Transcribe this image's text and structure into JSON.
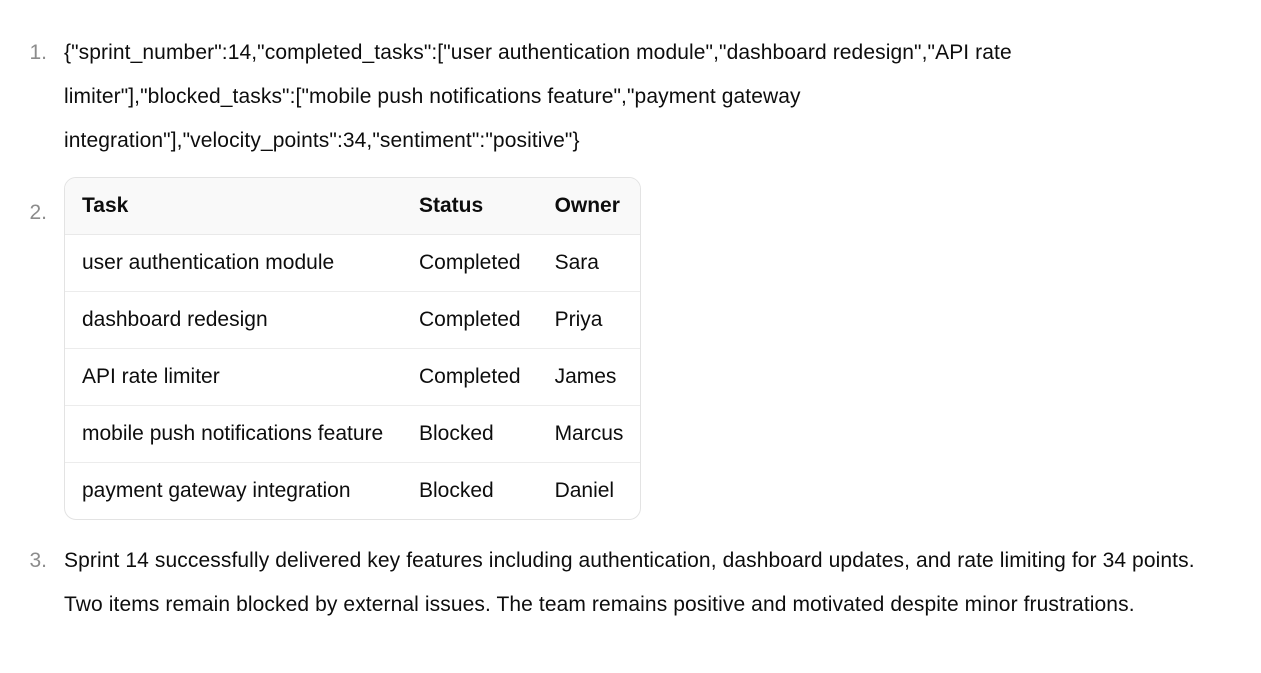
{
  "colors": {
    "page_background": "#ffffff",
    "text": "#0d0d0d",
    "list_marker": "#8c8c8c",
    "table_header_background": "#f9f9f9",
    "table_border": "#e3e3e3",
    "row_divider": "#ececec"
  },
  "list": {
    "items": [
      {
        "marker": "1.",
        "text": "{\"sprint_number\":14,\"completed_tasks\":[\"user authentication module\",\"dashboard redesign\",\"API rate limiter\"],\"blocked_tasks\":[\"mobile push notifications feature\",\"payment gateway integration\"],\"velocity_points\":34,\"sentiment\":\"positive\"}"
      },
      {
        "marker": "2."
      },
      {
        "marker": "3.",
        "text": "Sprint 14 successfully delivered key features including authentication, dashboard updates, and rate limiting for 34 points. Two items remain blocked by external issues. The team remains positive and motivated despite minor frustrations."
      }
    ]
  },
  "table": {
    "headers": [
      "Task",
      "Status",
      "Owner"
    ],
    "rows": [
      [
        "user authentication module",
        "Completed",
        "Sara"
      ],
      [
        "dashboard redesign",
        "Completed",
        "Priya"
      ],
      [
        "API rate limiter",
        "Completed",
        "James"
      ],
      [
        "mobile push notifications feature",
        "Blocked",
        "Marcus"
      ],
      [
        "payment gateway integration",
        "Blocked",
        "Daniel"
      ]
    ]
  }
}
